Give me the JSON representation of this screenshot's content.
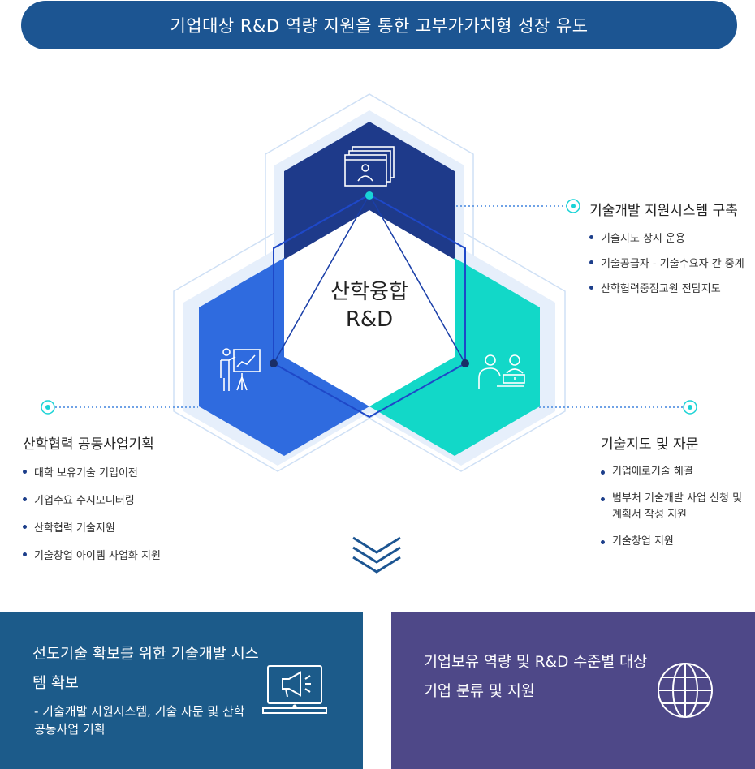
{
  "banner": {
    "title": "기업대상 R&D 역량 지원을 통한 고부가가치형 성장 유도"
  },
  "center": {
    "line1": "산학융합",
    "line2": "R&D"
  },
  "groups": {
    "right": {
      "title": "기술개발 지원시스템 구축",
      "items": [
        "기술지도  상시 운용",
        "기술공급자 - 기술수요자 간 중계",
        "산학협력중점교원 전담지도"
      ]
    },
    "left": {
      "title": "산학협력 공동사업기획",
      "items": [
        "대학 보유기술 기업이전",
        "기업수요 수시모니터링",
        "산학협력 기술지원",
        "기술창업 아이템 사업화 지원"
      ]
    },
    "bottom_right": {
      "title": "기술지도 및 자문",
      "items": [
        "기업애로기술 해결",
        "범부처 기술개발 사업 신청 및 계획서 작성 지원",
        "기술창업 지원"
      ]
    }
  },
  "cards": {
    "left": {
      "title": "선도기술 확보를 위한 기술개발 시스템 확보",
      "sub": "- 기술개발 지원시스템, 기술 자문  및 산학공동사업 기획"
    },
    "right": {
      "title": "기업보유 역량 및 R&D 수준별 대상기업 분류 및 지원"
    }
  },
  "colors": {
    "banner": "#1c5592",
    "hex_top": "#1e3a8a",
    "hex_left": "#2f6bdf",
    "hex_right": "#0fd6c8",
    "card_left": "#1c5b8a",
    "card_right": "#4e4888",
    "outline": "#c9dcf4"
  },
  "icons": {
    "top": "presentation-screen-icon",
    "left": "teacher-board-icon",
    "right": "consultation-people-icon",
    "arrow": "triple-chevron-down-icon",
    "card_left": "laptop-megaphone-icon",
    "card_right": "globe-icon"
  }
}
